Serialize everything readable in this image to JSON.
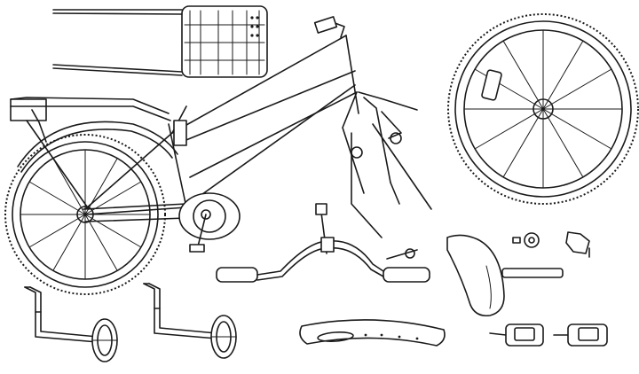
{
  "figure": {
    "background": "#ffffff",
    "line_color": "#1a1a1a",
    "parts": [
      {
        "id": "rear-rack",
        "icon": "rear-rack-icon"
      },
      {
        "id": "assembled-bicycle",
        "icon": "bicycle-icon"
      },
      {
        "id": "front-wheel",
        "icon": "wheel-icon"
      },
      {
        "id": "handlebar",
        "icon": "handlebar-icon"
      },
      {
        "id": "front-fork-and-brake",
        "icon": "fork-icon"
      },
      {
        "id": "saddle-and-seatpost",
        "icon": "saddle-icon"
      },
      {
        "id": "valve-cap",
        "icon": "valve-cap-icon"
      },
      {
        "id": "bell",
        "icon": "bell-icon"
      },
      {
        "id": "training-wheel-left",
        "icon": "training-wheel-icon"
      },
      {
        "id": "training-wheel-right",
        "icon": "training-wheel-icon"
      },
      {
        "id": "front-fender",
        "icon": "fender-icon"
      },
      {
        "id": "pedal-left",
        "icon": "pedal-icon"
      },
      {
        "id": "pedal-right",
        "icon": "pedal-icon"
      }
    ]
  }
}
